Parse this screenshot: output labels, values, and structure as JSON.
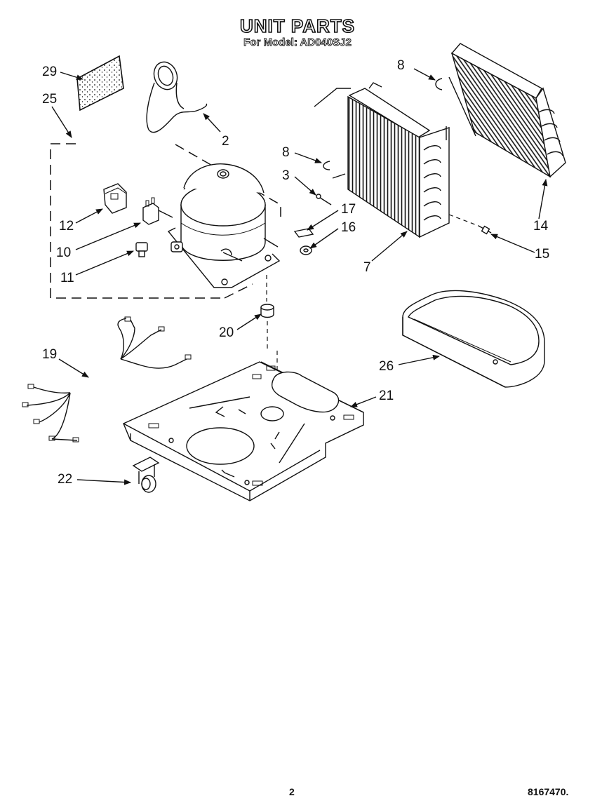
{
  "title": "UNIT PARTS",
  "subtitle": "For Model: AD040SJ2",
  "callouts": [
    "29",
    "25",
    "2",
    "8",
    "8",
    "3",
    "17",
    "16",
    "7",
    "14",
    "15",
    "12",
    "10",
    "11",
    "20",
    "26",
    "19",
    "21",
    "22"
  ],
  "footer": {
    "page_number": "2",
    "doc_number": "8167470."
  }
}
